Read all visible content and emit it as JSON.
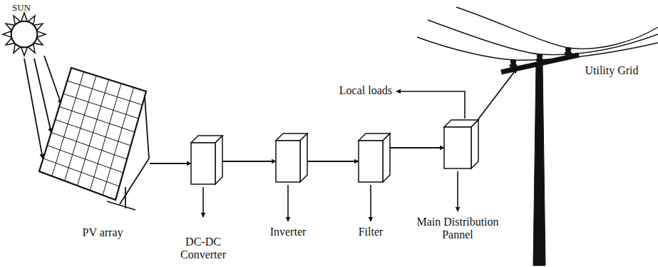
{
  "diagram": {
    "nodes": [
      {
        "text": [
          "SUN"
        ]
      },
      {
        "text": [
          "PV array"
        ]
      },
      {
        "text": [
          "DC-DC Converter"
        ]
      },
      {
        "text": [
          "Inverter"
        ]
      },
      {
        "text": [
          "Filter"
        ]
      },
      {
        "text": [
          "Main Distribution Pannel"
        ]
      },
      {
        "text": [
          "Utility Grid"
        ]
      }
    ],
    "edges": [
      {
        "from": 0,
        "to": 1,
        "arrow": "to"
      },
      {
        "from": 1,
        "to": 2,
        "arrow": "to"
      },
      {
        "from": 2,
        "to": 3,
        "arrow": "to"
      },
      {
        "from": 3,
        "to": 4,
        "arrow": "to"
      },
      {
        "from": 4,
        "to": 5,
        "arrow": "to"
      },
      {
        "from": 5,
        "to": 6,
        "arrow": "to"
      }
    ],
    "labels": [
      "Local loads"
    ]
  }
}
